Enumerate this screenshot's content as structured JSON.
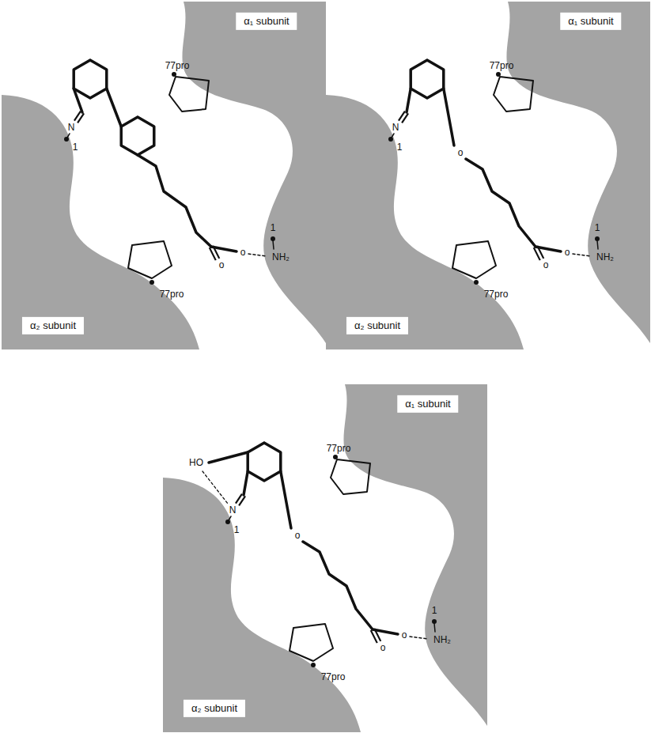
{
  "diagram": {
    "labels": [
      "α₁ subunit",
      "77pro",
      "N",
      "1",
      "o",
      "o",
      "1",
      "NH₂",
      "77pro",
      "α₂ subunit",
      "α₁ subunit",
      "77pro",
      "N",
      "1",
      "o",
      "o",
      "o",
      "1",
      "NH₂",
      "77pro",
      "α₂ subunit",
      "α₁ subunit",
      "77pro",
      "HO",
      "N",
      "1",
      "o",
      "o",
      "o",
      "1",
      "NH₂",
      "77pro",
      "α₂ subunit"
    ]
  }
}
